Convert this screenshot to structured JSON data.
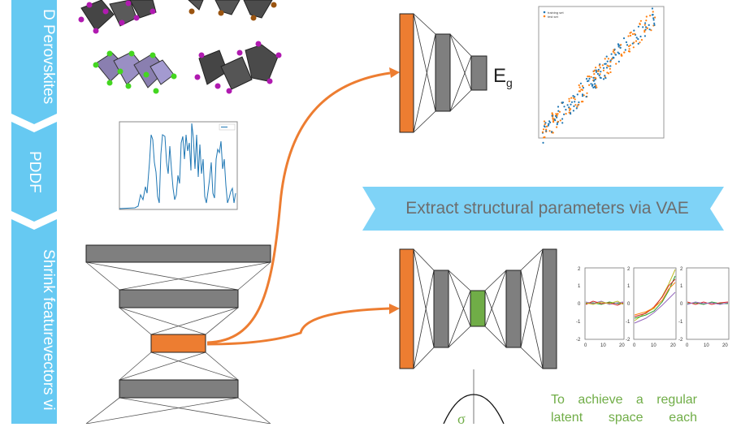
{
  "side_labels": {
    "perovskites": "D Perovskites",
    "pddf": "PDDF",
    "shrink": "Shrink featurevectors vi"
  },
  "banner": {
    "text": "Extract structural parameters via VAE"
  },
  "output": {
    "symbol": "E",
    "subscript": "g"
  },
  "parity_plot": {
    "legend": [
      "training set",
      "test set"
    ]
  },
  "latent_axes": {
    "y_ticks": [
      "2",
      "1",
      "0",
      "-1",
      "-2"
    ],
    "x_ticks": [
      "0",
      "10",
      "20"
    ]
  },
  "distribution": {
    "symbol": "σ"
  },
  "note": {
    "text": "To achieve a regular latent space each"
  },
  "colors": {
    "orange": "#ed7d31",
    "gray": "#7f7f7f",
    "green": "#70ad47",
    "banner": "#7fd3f7",
    "side": "#66c9f2",
    "purple": "#b01ab0",
    "lime": "#44d620"
  }
}
